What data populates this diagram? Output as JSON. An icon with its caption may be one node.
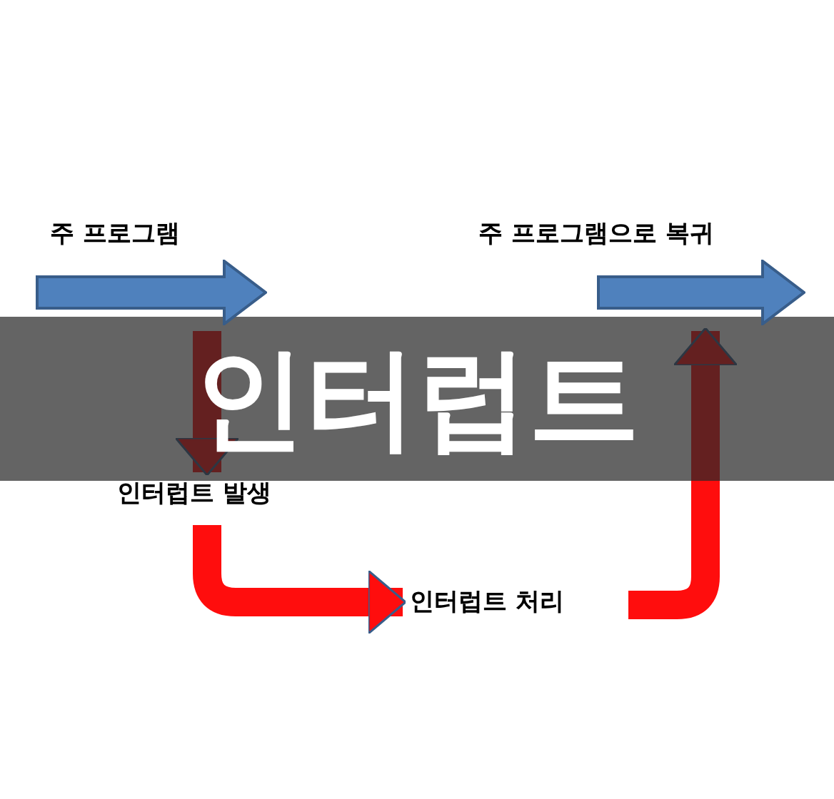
{
  "diagram": {
    "title": "인터럽트",
    "nodes": [
      {
        "text": [
          "주 프로그램"
        ]
      },
      {
        "text": [
          "인터럽트 발생"
        ]
      },
      {
        "text": [
          "인터럽트 처리"
        ]
      },
      {
        "text": [
          "주 프로그램으로 복귀"
        ]
      }
    ],
    "edges": [
      {
        "from": 0,
        "to": 1,
        "arrow": "to"
      },
      {
        "from": 1,
        "to": 2,
        "arrow": "to"
      },
      {
        "from": 2,
        "to": 3,
        "arrow": "to"
      }
    ]
  }
}
